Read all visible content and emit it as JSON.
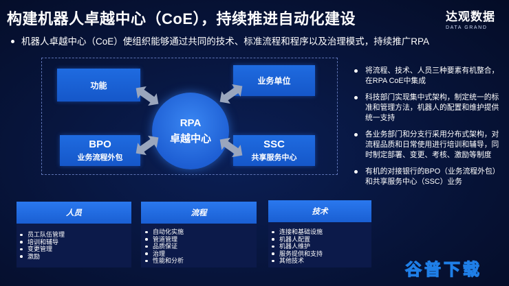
{
  "header": {
    "title": "构建机器人卓越中心（CoE），持续推进自动化建设",
    "logo_cn": "达观数据",
    "logo_en": "DATA GRAND"
  },
  "subtitle": "机器人卓越中心（CoE）使组织能够通过共同的技术、标准流程和程序以及治理模式，持续推广RPA",
  "diagram": {
    "center_line1": "RPA",
    "center_line2": "卓越中心",
    "boxes": {
      "top_left": {
        "line1": "功能"
      },
      "top_right": {
        "line1": "业务单位"
      },
      "bottom_left": {
        "line1": "BPO",
        "line2": "业务流程外包"
      },
      "bottom_right": {
        "line1": "SSC",
        "line2": "共享服务中心"
      }
    },
    "arrow_color": "#9aa6bd"
  },
  "right_points": [
    "将流程、技术、人员三种要素有机整合，在RPA CoE中集成",
    "科技部门实现集中式架构，制定统一的标准和管理方法，机器人的配置和维护提供统一支持",
    "各业务部门和分支行采用分布式架构，对流程品质和日常使用进行培训和辅导，同时制定部署、变更、考核、激励等制度",
    "有机的对接银行的BPO（业务流程外包）和共享服务中心（SSC）业务"
  ],
  "categories": [
    {
      "header": "人员",
      "items": [
        "员工队伍管理",
        "培训和辅导",
        "变更管理",
        "激励"
      ]
    },
    {
      "header": "流程",
      "items": [
        "自动化实施",
        "管道管理",
        "品质保证",
        "治理",
        "性能和分析"
      ]
    },
    {
      "header": "技术",
      "items": [
        "连接和基础设施",
        "机器人配置",
        "机器人维护",
        "服务提供和支持",
        "其他技术"
      ]
    }
  ],
  "watermark": "谷普下载",
  "colors": {
    "background": "#061236",
    "box_blue": "#1a62d6",
    "watermark_blue": "#1f7fe8"
  }
}
